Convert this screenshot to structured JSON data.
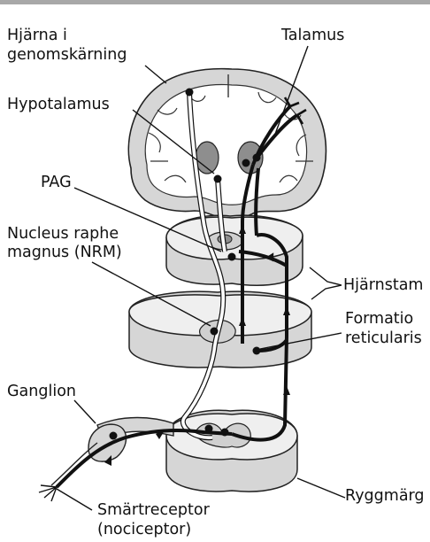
{
  "labels": {
    "brain_section_1": "Hjärna i",
    "brain_section_2": "genomskärning",
    "talamus": "Talamus",
    "hypotalamus": "Hypotalamus",
    "pag": "PAG",
    "nrm_1": "Nucleus raphe",
    "nrm_2": "magnus (NRM)",
    "brainstem": "Hjärnstam",
    "formatio_1": "Formatio",
    "formatio_2": "reticularis",
    "ganglion": "Ganglion",
    "spinal_cord": "Ryggmärg",
    "nociceptor_1": "Smärtreceptor",
    "nociceptor_2": "(nociceptor)"
  },
  "colors": {
    "top_bar": "#a8a8a8",
    "tissue_fill": "#d6d6d6",
    "tissue_face": "#efefef",
    "nucleus_fill": "#8e8e8e",
    "pathway": "#111111",
    "descending_pathway": "#ffffff"
  }
}
